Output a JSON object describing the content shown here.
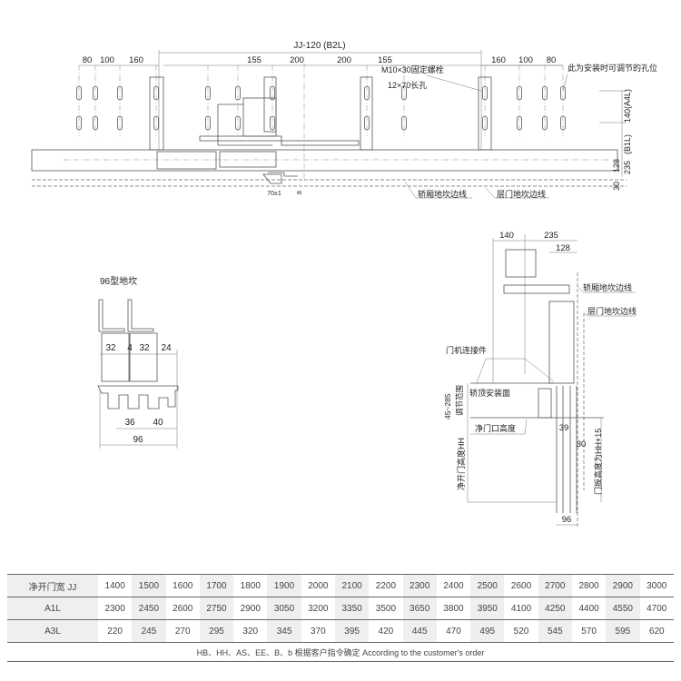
{
  "top_view": {
    "jj_dim": "JJ-120 (B2L)",
    "left_dims": [
      "80",
      "100",
      "160"
    ],
    "center_dims": [
      "155",
      "200",
      "200",
      "155"
    ],
    "right_dims": [
      "160",
      "100",
      "80"
    ],
    "bolt_note": "M10×30固定螺栓",
    "slot_note": "12×70长孔",
    "adjust_note": "此为安装时可调节的孔位",
    "dim_140": "140(A4L)",
    "dim_b1l": "(B1L)",
    "dim_235": "235",
    "dim_128": "128",
    "dim_30": "30",
    "dim_70": "70±1",
    "dim_8": "8",
    "car_sill_line": "轿厢地坎边线",
    "landing_sill_line": "层门地坎边线"
  },
  "sill_detail": {
    "title": "96型地坎",
    "dims_top": [
      "32",
      "4",
      "32",
      "24"
    ],
    "dims_bottom": [
      "36",
      "40"
    ],
    "width": "96"
  },
  "side_view": {
    "dim_140": "140",
    "dim_235": "235",
    "dim_128": "128",
    "car_sill_line": "轿厢地坎边线",
    "landing_sill_line": "层门地坎边线",
    "connector": "门机连接件",
    "car_top_surface": "轿顶安装面",
    "adjust_range_value": "45~285",
    "adjust_range_label": "调节范围",
    "clear_height": "净门口高度",
    "clear_opening_height": "净开门高度HH",
    "dim_39": "39",
    "dim_30": "30",
    "panel_height": "门扳高度为HH+15",
    "dim_96": "96"
  },
  "table": {
    "rows": [
      {
        "label": "净开门宽 JJ",
        "values": [
          "1400",
          "1500",
          "1600",
          "1700",
          "1800",
          "1900",
          "2000",
          "2100",
          "2200",
          "2300",
          "2400",
          "2500",
          "2600",
          "2700",
          "2800",
          "2900",
          "3000"
        ]
      },
      {
        "label": "A1L",
        "values": [
          "2300",
          "2450",
          "2600",
          "2750",
          "2900",
          "3050",
          "3200",
          "3350",
          "3500",
          "3650",
          "3800",
          "3950",
          "4100",
          "4250",
          "4400",
          "4550",
          "4700"
        ]
      },
      {
        "label": "A3L",
        "values": [
          "220",
          "245",
          "270",
          "295",
          "320",
          "345",
          "370",
          "395",
          "420",
          "445",
          "470",
          "495",
          "520",
          "545",
          "570",
          "595",
          "620"
        ]
      }
    ],
    "note": "HB、HH、AS、EE、B、b 根据客户指令确定 According to the customer's order"
  }
}
